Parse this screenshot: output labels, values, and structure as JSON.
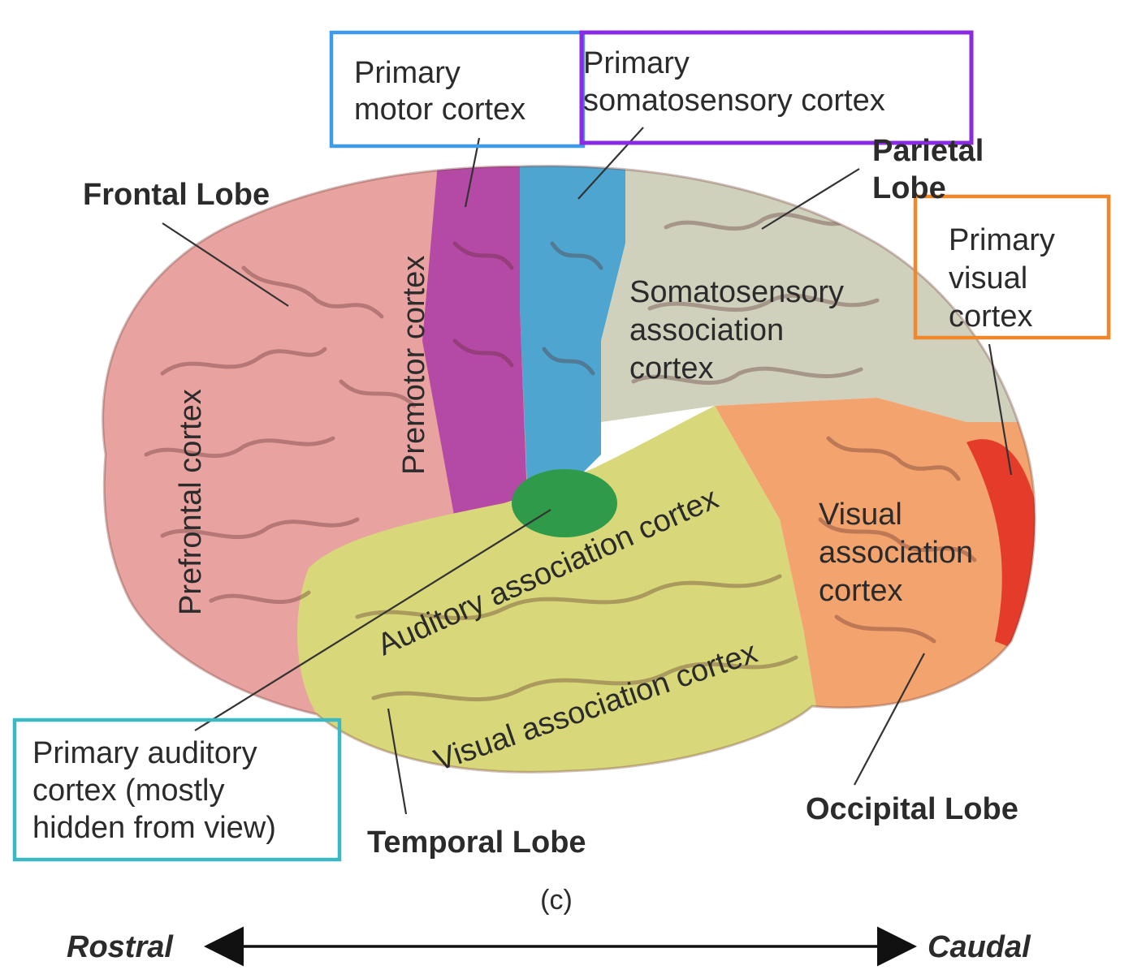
{
  "colors": {
    "frontal": "#e8a3a0",
    "premotor": "#b44aa6",
    "primary_motor": "#4ea6d0",
    "parietal": "#cfd1bd",
    "occipital": "#f3a36e",
    "primary_visual": "#e53b2a",
    "temporal": "#d8d87a",
    "primary_auditory": "#2e9a4a",
    "box_motor": "#3f9be8",
    "box_somatosensory": "#8a2be2",
    "box_visual": "#f0872a",
    "box_auditory": "#3ab8c4"
  },
  "boxes": {
    "primary_motor": [
      "Primary",
      "motor cortex"
    ],
    "primary_somatosensory": [
      "Primary",
      "somatosensory cortex"
    ],
    "primary_visual": [
      "Primary",
      "visual",
      "cortex"
    ],
    "primary_auditory": [
      "Primary auditory",
      "cortex (mostly",
      "hidden from view)"
    ]
  },
  "lobes": {
    "frontal": "Frontal Lobe",
    "parietal": [
      "Parietal",
      "Lobe"
    ],
    "temporal": "Temporal Lobe",
    "occipital": "Occipital Lobe"
  },
  "regions": {
    "prefrontal": "Prefrontal cortex",
    "premotor": "Premotor cortex",
    "somatosensory_association": [
      "Somatosensory",
      "association",
      "cortex"
    ],
    "auditory_association": "Auditory association cortex",
    "visual_association_temporal": "Visual association cortex",
    "visual_association_occipital": [
      "Visual",
      "association",
      "cortex"
    ]
  },
  "panel_label": "(c)",
  "axis": {
    "left": "Rostral",
    "right": "Caudal"
  }
}
